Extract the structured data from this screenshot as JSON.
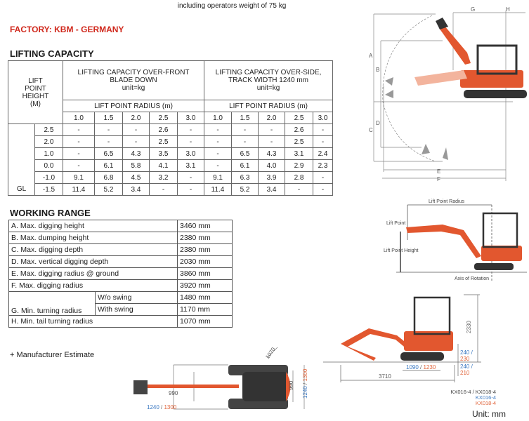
{
  "header_note": "including operators weight of 75 kg",
  "factory": "FACTORY: KBM - GERMANY",
  "lifting": {
    "title": "LIFTING CAPACITY",
    "height_header": "LIFT POINT HEIGHT (M)",
    "front_header": [
      "LIFTING CAPACITY OVER-FRONT",
      "BLADE DOWN",
      "unit=kg"
    ],
    "side_header": [
      "LIFTING CAPACITY OVER-SIDE,",
      "TRACK WIDTH 1240 mm",
      "unit=kg"
    ],
    "radius_header": "LIFT POINT RADIUS (m)",
    "radii": [
      "1.0",
      "1.5",
      "2.0",
      "2.5",
      "3.0"
    ],
    "rows": [
      {
        "label": "",
        "height": "2.5",
        "front": [
          "-",
          "-",
          "-",
          "2.6",
          "-"
        ],
        "side": [
          "-",
          "-",
          "-",
          "2.6",
          "-"
        ]
      },
      {
        "label": "",
        "height": "2.0",
        "front": [
          "-",
          "-",
          "-",
          "2.5",
          "-"
        ],
        "side": [
          "-",
          "-",
          "-",
          "2.5",
          "-"
        ]
      },
      {
        "label": "",
        "height": "1.0",
        "front": [
          "-",
          "6.5",
          "4.3",
          "3.5",
          "3.0"
        ],
        "side": [
          "-",
          "6.5",
          "4.3",
          "3.1",
          "2.4"
        ]
      },
      {
        "label": "",
        "height": "0.0",
        "front": [
          "-",
          "6.1",
          "5.8",
          "4.1",
          "3.1"
        ],
        "side": [
          "-",
          "6.1",
          "4.0",
          "2.9",
          "2.3"
        ]
      },
      {
        "label": "",
        "height": "-1.0",
        "front": [
          "9.1",
          "6.8",
          "4.5",
          "3.2",
          "-"
        ],
        "side": [
          "9.1",
          "6.3",
          "3.9",
          "2.8",
          "-"
        ]
      },
      {
        "label": "GL",
        "height": "-1.5",
        "front": [
          "11.4",
          "5.2",
          "3.4",
          "-",
          "-"
        ],
        "side": [
          "11.4",
          "5.2",
          "3.4",
          "-",
          "-"
        ]
      }
    ]
  },
  "working": {
    "title": "WORKING RANGE",
    "rows": [
      {
        "label": "A. Max. digging height",
        "value": "3460 mm"
      },
      {
        "label": "B. Max. dumping height",
        "value": "2380 mm"
      },
      {
        "label": "C. Max. digging depth",
        "value": "2380 mm"
      },
      {
        "label": "D. Max. vertical digging depth",
        "value": "2030 mm"
      },
      {
        "label": "E. Max. digging radius @ ground",
        "value": "3860 mm"
      },
      {
        "label": "F. Max. digging radius",
        "value": "3920 mm"
      }
    ],
    "turning": {
      "label": "G. Min. turning radius",
      "sub": [
        {
          "label": "W/o swing",
          "value": "1480 mm"
        },
        {
          "label": "With swing",
          "value": "1170 mm"
        }
      ]
    },
    "tail": {
      "label": "H. Min. tail turning radius",
      "value": "1070 mm"
    }
  },
  "estimate": "+ Manufacturer Estimate",
  "diagram_range": {
    "labels": {
      "a": "A",
      "b": "B",
      "c": "C",
      "d": "D",
      "e": "E",
      "f": "F",
      "g": "G",
      "h": "H"
    }
  },
  "diagram_lift": {
    "radius": "Lift Point Radius",
    "point": "Lift Point",
    "height": "Lift Point Height",
    "axis": "Axis of Rotation"
  },
  "diagram_side": {
    "height": "2330",
    "blade_up_a": "240 /",
    "blade_up_b": "230",
    "blade_down_a": "240 /",
    "blade_down_b": "210",
    "track_a": "1090",
    "track_sep": " / ",
    "track_b": "1230",
    "length": "3710"
  },
  "diagram_top": {
    "tail": "1070",
    "width_a": "1240",
    "width_sep": " / ",
    "width_b": "1300",
    "inner": "990",
    "inner2": "990",
    "side_a": "1240",
    "side_b": "1300"
  },
  "legend": {
    "both": "KX016-4 / KX018-4",
    "kx016": "KX016-4",
    "kx018": "KX018-4",
    "unit": "Unit: mm"
  },
  "colors": {
    "brand_red": "#d0281c",
    "machine_orange": "#e2572f",
    "kx016_blue": "#3a78c2",
    "kx018_orange": "#e0643a"
  }
}
